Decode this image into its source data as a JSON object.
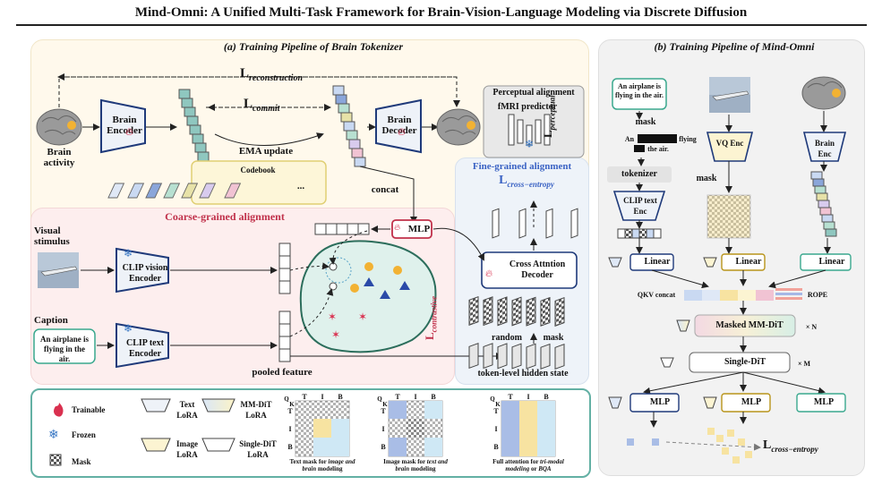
{
  "title": "Mind-Omni: A Unified Multi-Task Framework for Brain-Vision-Language Modeling via Discrete Diffusion",
  "panel_a": {
    "heading": "(a) Training Pipeline of Brain Tokenizer",
    "brain_activity": "Brain activity",
    "brain_encoder": "Brain Encoder",
    "brain_decoder": "Brain Decoder",
    "loss_reconstruction": "L",
    "loss_reconstruction_sub": "reconstruction",
    "loss_commit": "L",
    "loss_commit_sub": "commit",
    "ema_update": "EMA update",
    "codebook": "Codebook",
    "concat": "concat",
    "perceptual_alignment": "Perceptual alignment",
    "fmri_predictor": "fMRI predictor",
    "loss_perceptual": "L",
    "loss_perceptual_sub": "perceptual",
    "dots": "..."
  },
  "coarse": {
    "heading": "Coarse-grained alignment",
    "visual_stimulus": "Visual stimulus",
    "caption": "Caption",
    "caption_text": "An airplane is flying in the air.",
    "clip_vision_encoder": "CLIP vision Encoder",
    "clip_text_encoder": "CLIP text Encoder",
    "pooled_feature": "pooled feature",
    "mlp": "MLP",
    "loss_contrastive": "L",
    "loss_contrastive_sub": "contrastive"
  },
  "fine": {
    "heading": "Fine-grained alignment",
    "loss": "L",
    "loss_sub": "cross−entropy",
    "cross_attention_decoder": "Cross Attntion Decoder",
    "random": "random",
    "mask": "mask",
    "token_level": "token-level hidden state"
  },
  "panel_b": {
    "heading": "(b) Training Pipeline of Mind-Omni",
    "caption_text": "An airplane is flying in the air.",
    "mask_label": "mask",
    "masked_an": "An",
    "masked_flying": "flying",
    "masked_air": "the air.",
    "tokenizer": "tokenizer",
    "clip_text_enc": "CLIP text Enc",
    "vq_enc": "VQ Enc",
    "brain_enc": "Brain Enc",
    "mask_label2": "mask",
    "linear": "Linear",
    "qkv_concat": "QKV concat",
    "rope": "ROPE",
    "masked_mm_dit": "Masked MM-DiT",
    "times_n": "× N",
    "single_dit": "Single-DiT",
    "times_m": "× M",
    "mlp": "MLP",
    "loss": "L",
    "loss_sub": "cross−entropy"
  },
  "legend": {
    "trainable": "Trainable",
    "frozen": "Frozen",
    "mask": "Mask",
    "text_lora": "Text LoRA",
    "image_lora": "Image LoRA",
    "mmdit_lora": "MM-DiT LoRA",
    "singledit_lora": "Single-DiT LoRA",
    "axis_q": "Q",
    "axis_k": "K",
    "axis_t": "T",
    "axis_i": "I",
    "axis_b": "B",
    "text_mask_caption_a": "Text mask for ",
    "text_mask_caption_b": "image and brain",
    "text_mask_caption_c": " modeling",
    "image_mask_caption_a": "Image mask for ",
    "image_mask_caption_b": "text and brain",
    "image_mask_caption_c": " modeling",
    "full_caption_a": "Full attention for ",
    "full_caption_b": "tri-modal modeling",
    "full_caption_c": " or ",
    "full_caption_d": "BQA"
  },
  "colors": {
    "navy": "#1f3a7a",
    "red": "#c0304a",
    "blue": "#3b63c4",
    "teal": "#63b0a4",
    "yellow": "#f7e3a1",
    "panel_a": "#fff9ec",
    "panel_c": "#fdeeee",
    "panel_b": "#f2f2f2"
  }
}
